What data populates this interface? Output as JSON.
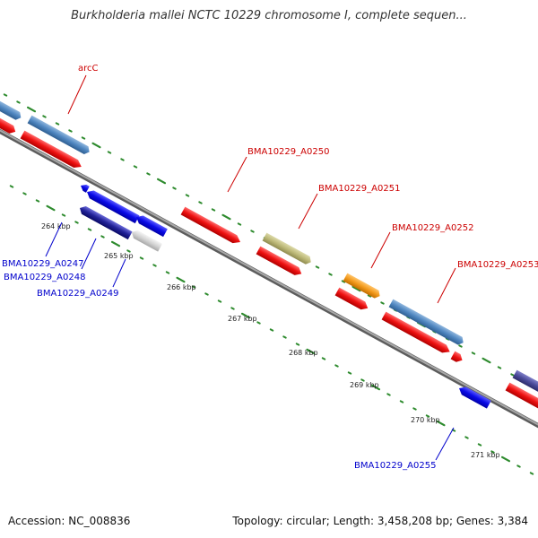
{
  "title": "Burkholderia mallei NCTC 10229 chromosome I, complete sequen...",
  "footer": {
    "accession": "Accession: NC_008836",
    "summary": "Topology: circular; Length: 3,458,208 bp; Genes: 3,384"
  },
  "ticks": [
    "264 kbp",
    "265 kbp",
    "266 kbp",
    "267 kbp",
    "268 kbp",
    "269 kbp",
    "270 kbp",
    "271 kbp"
  ],
  "labels": {
    "top": [
      "arcC",
      "BMA10229_A0250",
      "BMA10229_A0251",
      "BMA10229_A0252",
      "BMA10229_A0253"
    ],
    "bottom": [
      "BMA10229_A0247",
      "BMA10229_A0248",
      "BMA10229_A0249",
      "BMA10229_A0255"
    ]
  },
  "colors": {
    "backbone": "#8c8c8c",
    "dots": "#2e8b2e",
    "cds_red": "#ee1111",
    "gene_blue": "#4f86c0",
    "gene_olive": "#bcb877",
    "gene_orange": "#f39a1c",
    "gene_navy": "#4b4b9a",
    "gene_bright_blue": "#0a0ae8",
    "gene_grey": "#d3d3d3",
    "label_red": "#cc0000",
    "label_blue": "#0000cc"
  }
}
